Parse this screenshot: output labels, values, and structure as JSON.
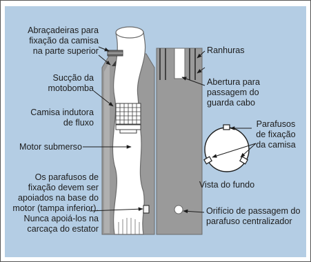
{
  "labels": {
    "abracadeiras": [
      "Abraçadeiras para",
      "fixação da camisa",
      "na parte superior"
    ],
    "succao": [
      "Sucção da",
      "motobomba"
    ],
    "camisa": [
      "Camisa indutora",
      "de fluxo"
    ],
    "motor": [
      "Motor submerso"
    ],
    "parafusos_nota": [
      "Os parafusos de",
      "fixação devem ser",
      "apoiados na base do",
      "motor (tampa inferior).",
      "Nunca apoiá-los na",
      "carcaça do estator"
    ],
    "ranhuras": [
      "Ranhuras"
    ],
    "abertura": [
      "Abertura para",
      "passagem do",
      "guarda cabo"
    ],
    "parafusos_fixacao": [
      "Parafusos",
      "de fixação",
      "da camisa"
    ],
    "vista": [
      "Vista do fundo"
    ],
    "orificio": [
      "Orifício de passagem do",
      "parafuso centralizador"
    ]
  },
  "colors": {
    "panel": "#b4cde4",
    "pipe": "#9a9a9a",
    "pipe_edge": "#6a6a6a",
    "motor": "#ffffff",
    "ink": "#1c1c1c"
  }
}
